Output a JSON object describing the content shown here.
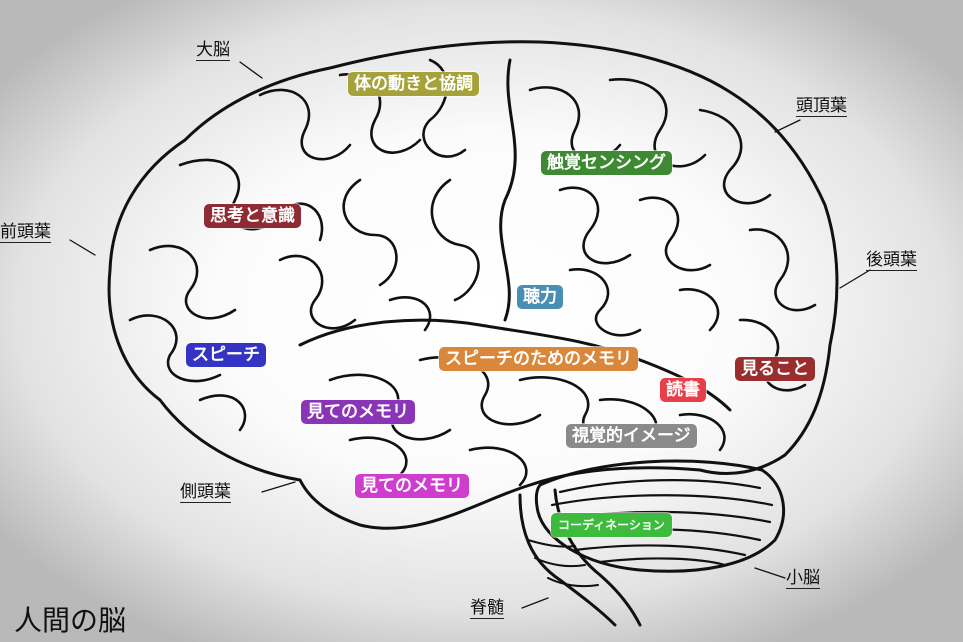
{
  "title": "人間の脳",
  "regions": {
    "cerebrum": "大脳",
    "frontal": "前頭葉",
    "parietal": "頭頂葉",
    "occipital": "後頭葉",
    "temporal": "側頭葉",
    "cerebellum": "小脳",
    "spinal": "脊髄"
  },
  "functions": {
    "movement": "体の動きと協調",
    "touch": "触覚センシング",
    "thinking": "思考と意識",
    "hearing": "聴力",
    "speech": "スピーチ",
    "speech_memory": "スピーチのためのメモリ",
    "reading": "読書",
    "seeing": "見ること",
    "visual_memory_1": "見てのメモリ",
    "visual_memory_2": "見てのメモリ",
    "visual_image": "視覚的イメージ",
    "coordination": "コーディネーション"
  },
  "colors": {
    "movement": "#a6a23a",
    "touch": "#3d8a33",
    "thinking": "#8e2b33",
    "hearing": "#4a8fb3",
    "speech": "#3333c4",
    "speech_memory": "#d9873a",
    "reading": "#e8404a",
    "seeing": "#9a2e2e",
    "visual_memory_1": "#8a35b8",
    "visual_memory_2": "#cf3dcf",
    "visual_image": "#8a8a8a",
    "coordination": "#3dbb3d"
  }
}
